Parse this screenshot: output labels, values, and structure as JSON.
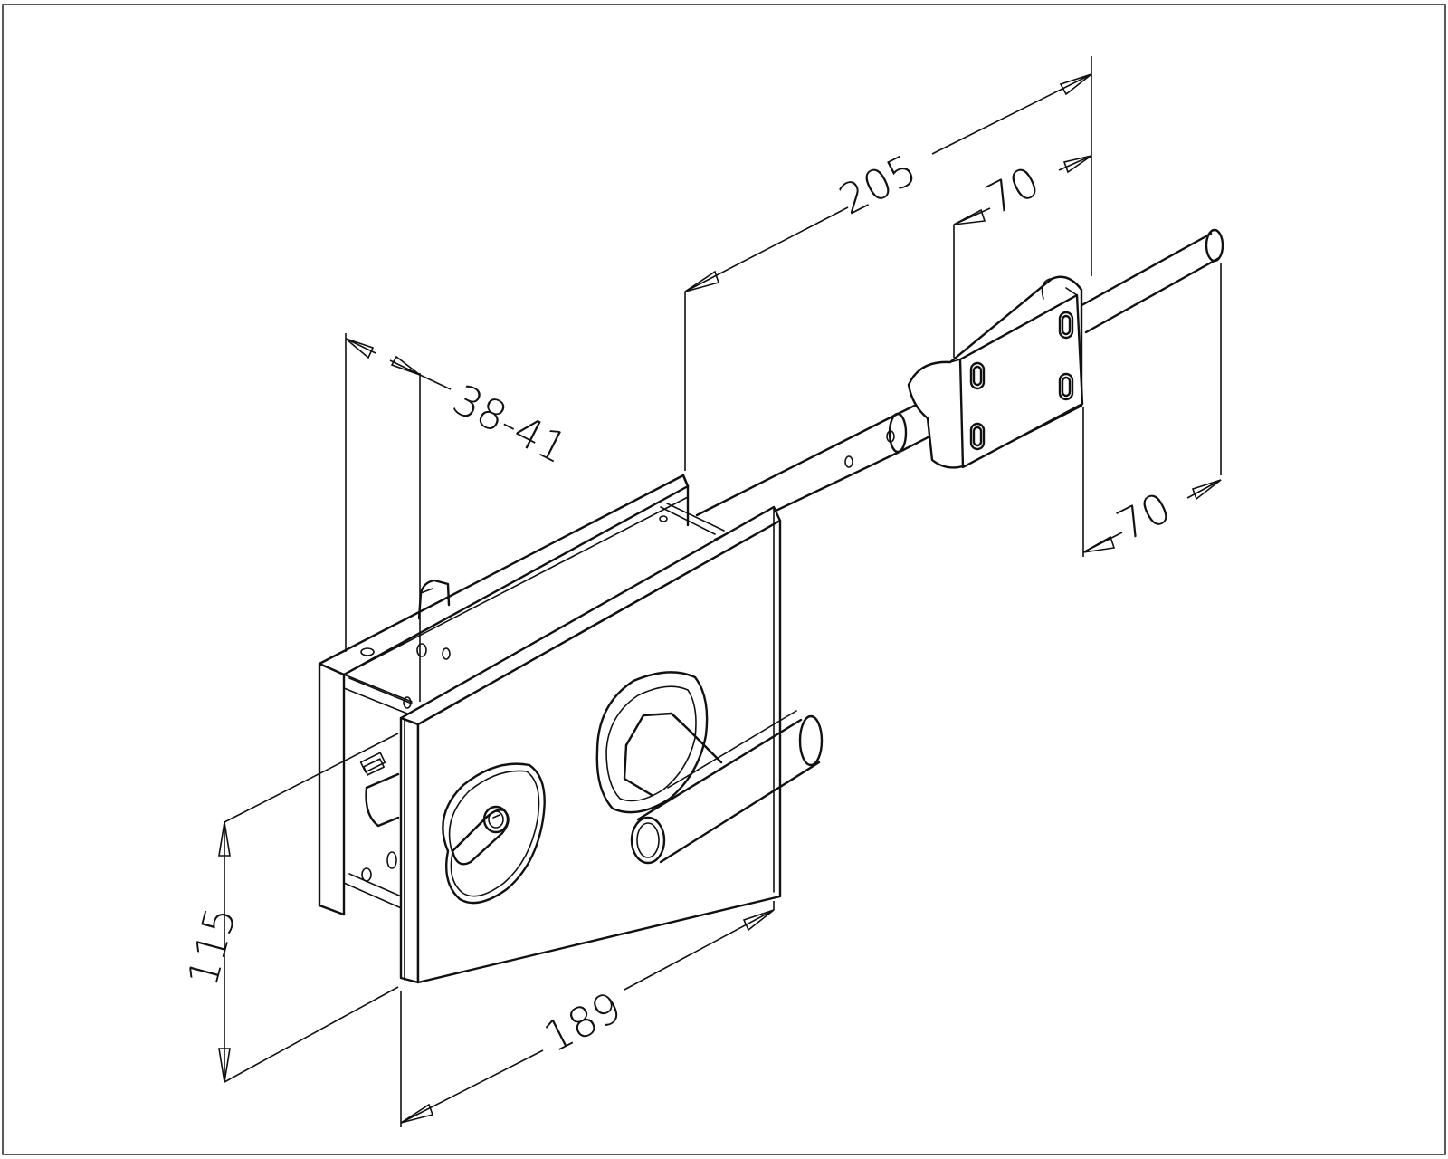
{
  "dimensions": {
    "overall_depth": "205",
    "bracket_width_top": "70",
    "bracket_offset_right": "70",
    "door_thickness_range": "38-41",
    "height": "115",
    "width": "189"
  }
}
